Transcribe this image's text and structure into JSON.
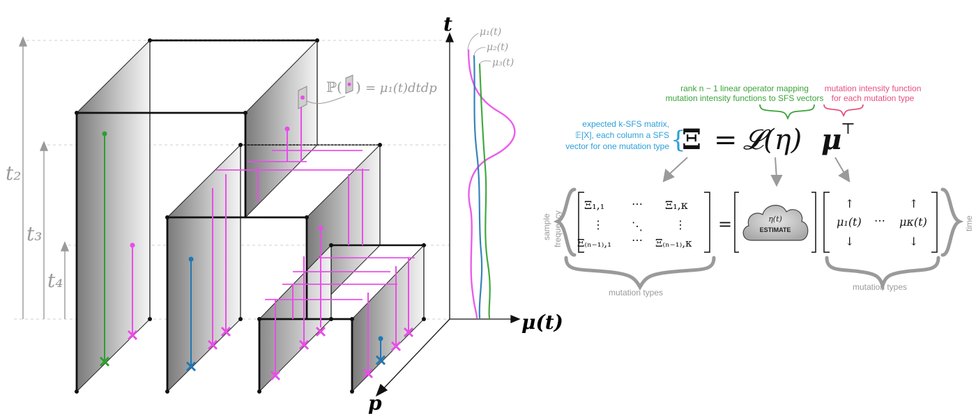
{
  "colors": {
    "green": "#2ca02c",
    "blue": "#1f77b4",
    "magenta": "#e84de8",
    "black": "#111111",
    "gray": "#9a9a9a",
    "green_text": "#3aa33a",
    "blue_text": "#2b9fd9",
    "pink_text": "#e6507f"
  },
  "tree": {
    "time_labels": {
      "t2": "t₂",
      "t3": "t₃",
      "t4": "t₄"
    },
    "axis_t": "t",
    "axis_p": "p",
    "axis_mu": "μ(t)",
    "probability_formula": "= μ₁(t)dtdp",
    "probability_prefix": "ℙ(",
    "probability_suffix": ")"
  },
  "curves": {
    "labels": [
      "μ₁(t)",
      "μ₂(t)",
      "μ₃(t)"
    ]
  },
  "equation": {
    "lhs": "Ξ",
    "equals": "=",
    "operator": "𝓛(η)",
    "rhs": "μ",
    "transpose": "⊤",
    "annotation_green_line1": "rank n − 1 linear operator mapping",
    "annotation_green_line2": "mutation intensity functions to SFS vectors",
    "annotation_pink_line1": "mutation intensity function",
    "annotation_pink_line2": "for each mutation type",
    "annotation_blue_line1": "expected k-SFS matrix,",
    "annotation_blue_line2": "𝔼[X], each column a SFS",
    "annotation_blue_line3": "vector for one mutation type"
  },
  "matrix": {
    "row_label_1": "sample",
    "row_label_2": "frequency",
    "xi_11": "Ξ₁,₁",
    "xi_1k": "Ξ₁,κ",
    "xi_n1": "Ξ₍ₙ₋₁₎,₁",
    "xi_nk": "Ξ₍ₙ₋₁₎,κ",
    "cdots": "⋯",
    "vdots": "⋮",
    "ddots": "⋱",
    "equals": "=",
    "cloud_eta": "η(t)",
    "cloud_estimate": "ESTIMATE",
    "mu_1": "μ₁(t)",
    "mu_k": "μκ(t)",
    "up_arrow": "↑",
    "down_arrow": "↓",
    "time_label": "time",
    "mutation_types_left": "mutation types",
    "mutation_types_right": "mutation types"
  }
}
